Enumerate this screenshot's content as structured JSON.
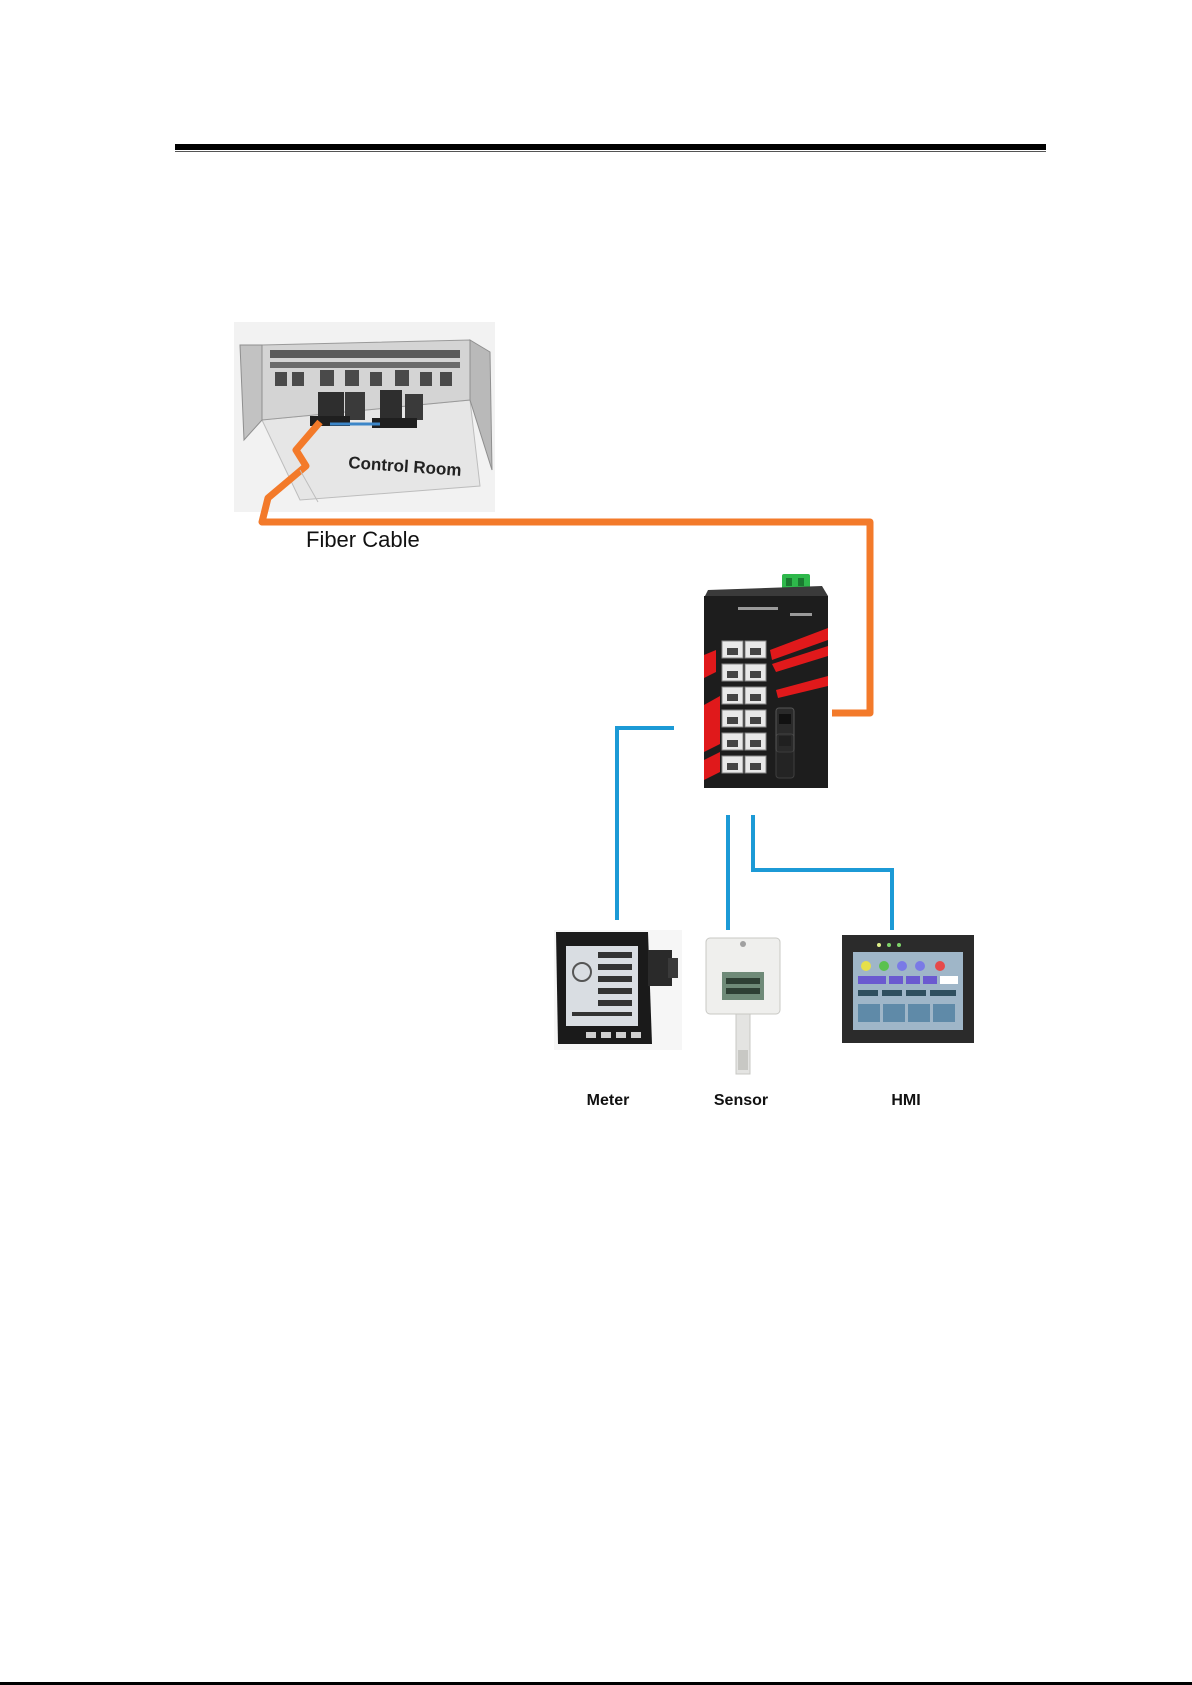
{
  "diagram": {
    "control_room_label": "Control Room",
    "fiber_cable_label": "Fiber Cable",
    "devices": [
      {
        "label": "Meter"
      },
      {
        "label": "Sensor"
      },
      {
        "label": "HMI"
      }
    ],
    "colors": {
      "fiber": "#f37a2a",
      "ethernet": "#1c9ad6",
      "switch_body": "#1d1d1d",
      "switch_accent": "#e0191b",
      "terminal_block": "#2eb84b"
    }
  }
}
